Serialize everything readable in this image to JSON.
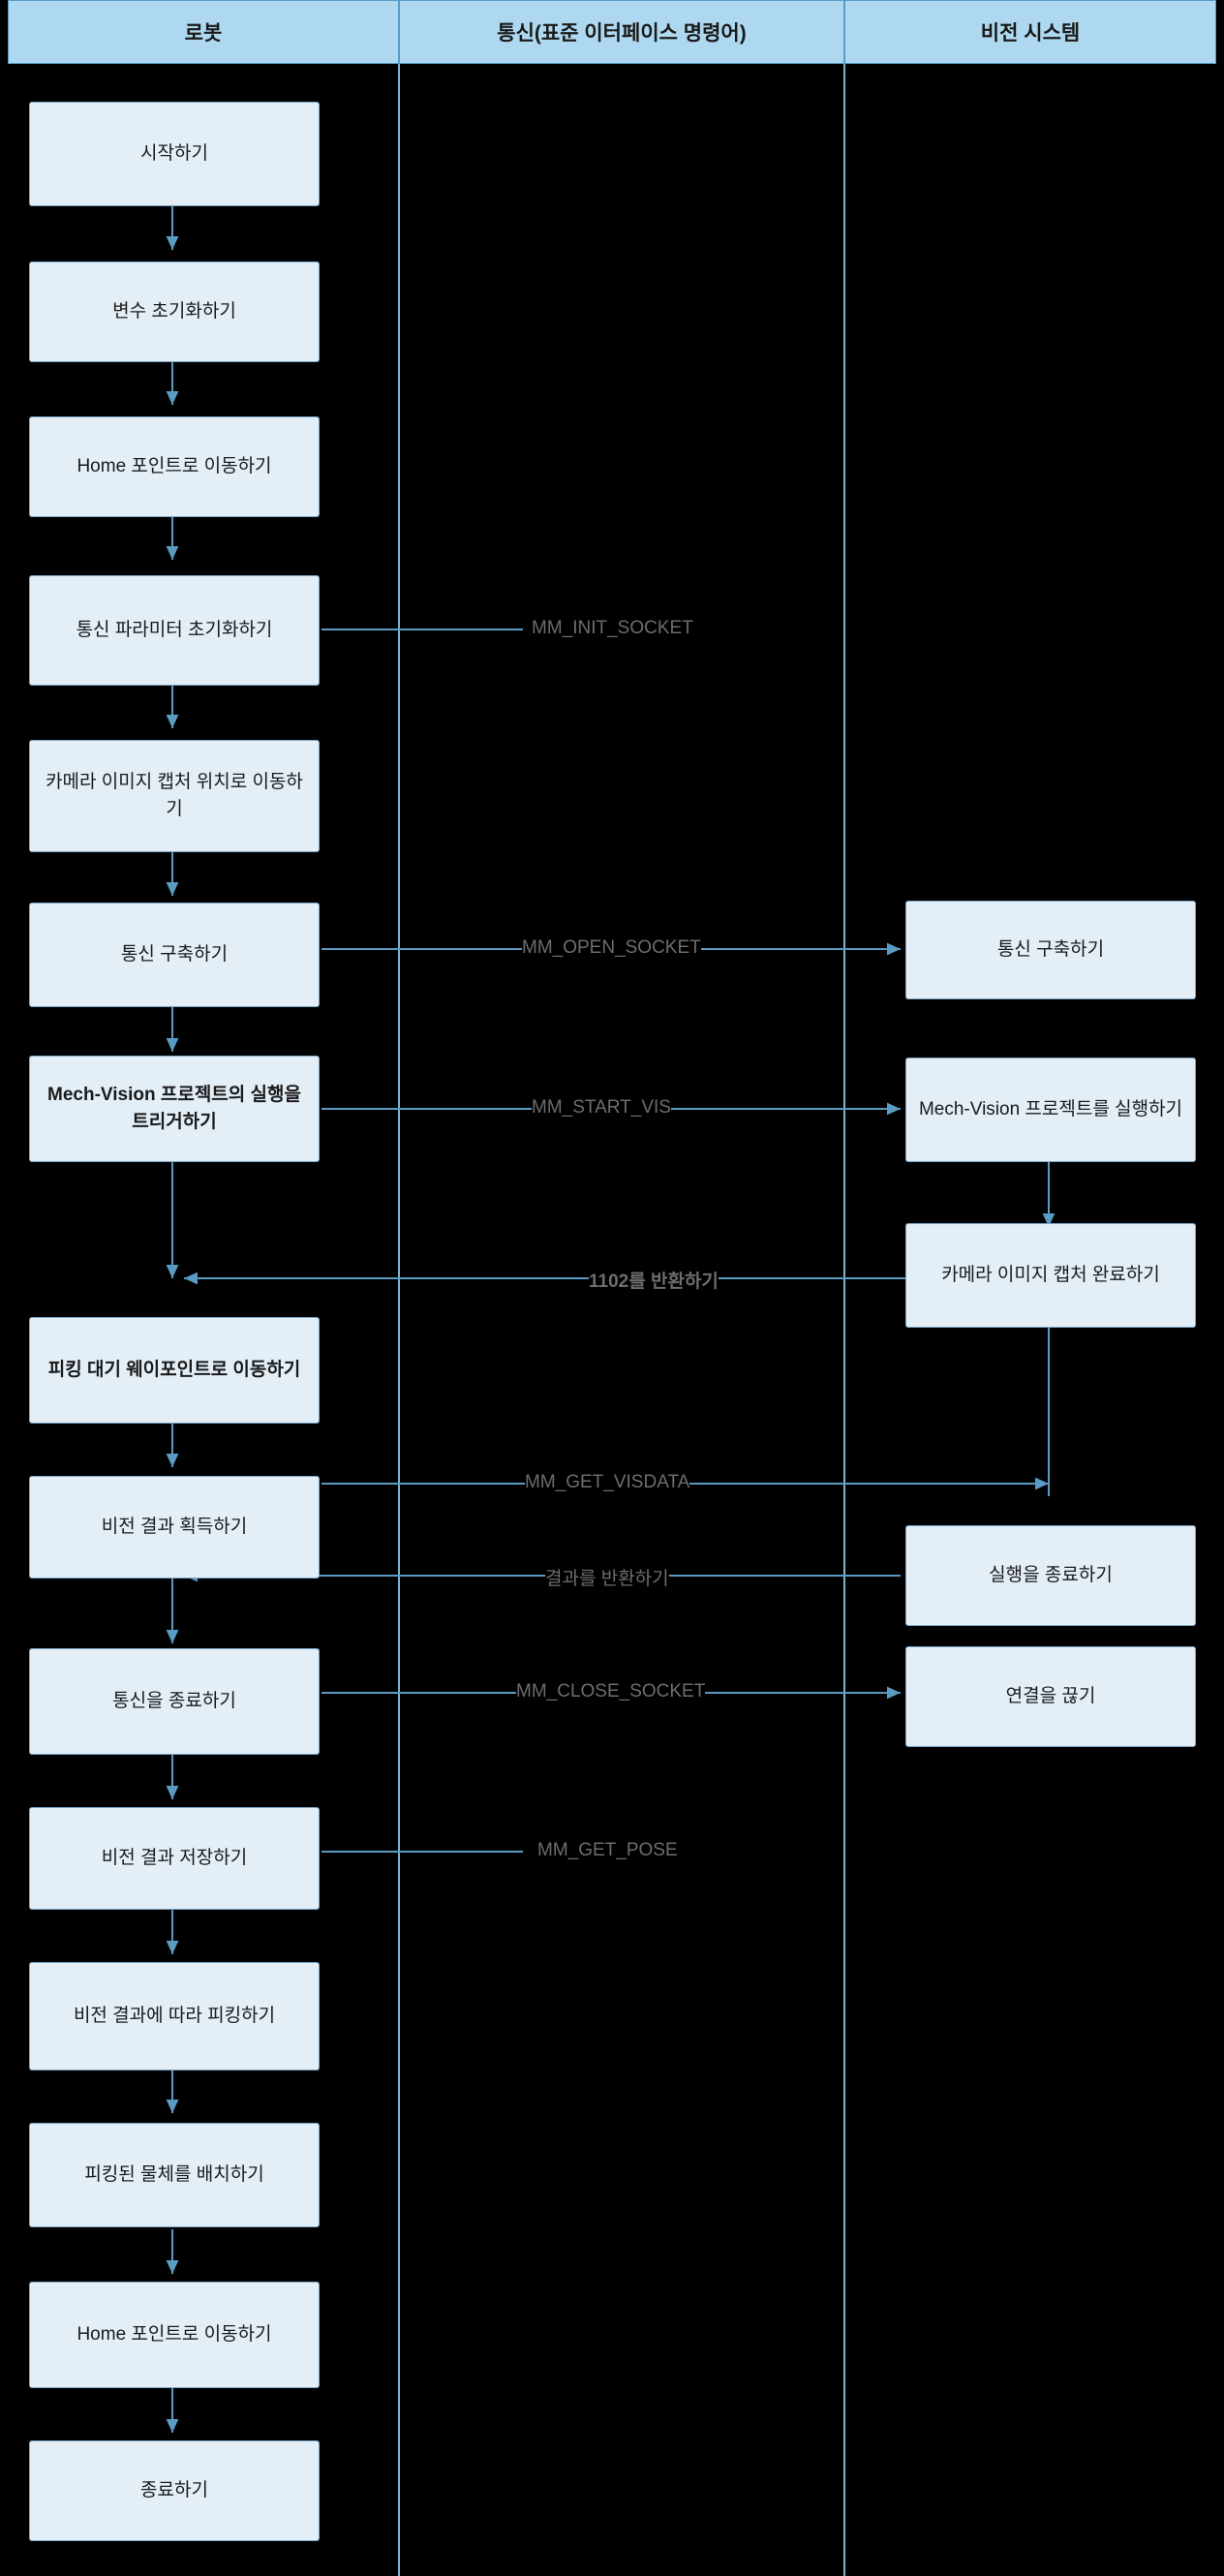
{
  "diagram": {
    "title_lanes": [
      {
        "id": "robot",
        "label": "로봇"
      },
      {
        "id": "communication",
        "label": "통신(표준 이터페이스 명령어)"
      },
      {
        "id": "vision",
        "label": "비전 시스템"
      }
    ],
    "robot_nodes": [
      {
        "id": "start",
        "label": "시작하기",
        "bold": false
      },
      {
        "id": "init-vars",
        "label": "변수 초기화하기",
        "bold": false
      },
      {
        "id": "move-home-1",
        "label": "Home 포인트로 이동하기",
        "bold": false
      },
      {
        "id": "init-comm-params",
        "label": "통신 파라미터 초기화하기",
        "bold": false
      },
      {
        "id": "move-capture-pos",
        "label": "카메라 이미지 캡처 위치로 이동하기",
        "bold": false
      },
      {
        "id": "establish-comm",
        "label": "통신 구축하기",
        "bold": false
      },
      {
        "id": "trigger-vision-project",
        "label": "Mech-Vision 프로젝트의 실행을 트리거하기",
        "bold": true
      },
      {
        "id": "move-waypoint",
        "label": "피킹 대기 웨이포인트로 이동하기",
        "bold": true
      },
      {
        "id": "get-vision-result",
        "label": "비전 결과 획득하기",
        "bold": false
      },
      {
        "id": "close-comm",
        "label": "통신을 종료하기",
        "bold": false
      },
      {
        "id": "save-vision-result",
        "label": "비전 결과 저장하기",
        "bold": false
      },
      {
        "id": "pick-by-result",
        "label": "비전 결과에 따라 피킹하기",
        "bold": false
      },
      {
        "id": "place-object",
        "label": "피킹된 물체를 배치하기",
        "bold": false
      },
      {
        "id": "move-home-2",
        "label": "Home 포인트로 이동하기",
        "bold": false
      },
      {
        "id": "end",
        "label": "종료하기",
        "bold": false
      }
    ],
    "vision_nodes": [
      {
        "id": "v-establish-comm",
        "label": "통신 구축하기"
      },
      {
        "id": "v-run-project",
        "label": "Mech-Vision 프로젝트를 실행하기"
      },
      {
        "id": "v-capture-done",
        "label": "카메라 이미지 캡처 완료하기"
      },
      {
        "id": "v-end-run",
        "label": "실행을 종료하기"
      },
      {
        "id": "v-disconnect",
        "label": "연결을 끊기"
      }
    ],
    "connector_labels": [
      {
        "id": "mm-init-socket",
        "label": "MM_INIT_SOCKET",
        "bold": false
      },
      {
        "id": "mm-open-socket",
        "label": "MM_OPEN_SOCKET",
        "bold": false
      },
      {
        "id": "mm-start-vis",
        "label": "MM_START_VIS",
        "bold": false
      },
      {
        "id": "return-1102",
        "label": "1102를 반환하기",
        "bold": true
      },
      {
        "id": "mm-get-visdata",
        "label": "MM_GET_VISDATA",
        "bold": false
      },
      {
        "id": "return-result",
        "label": "결과를 반환하기",
        "bold": false
      },
      {
        "id": "mm-close-socket",
        "label": "MM_CLOSE_SOCKET",
        "bold": false
      },
      {
        "id": "mm-get-pose",
        "label": "MM_GET_POSE",
        "bold": false
      }
    ],
    "colors": {
      "background": "#000000",
      "lane_header_fill": "#add8ef",
      "node_fill": "#e3eef7",
      "node_border": "#7ba7c9",
      "edge": "#5a9bc4",
      "label_text": "#6d6d6d"
    }
  }
}
